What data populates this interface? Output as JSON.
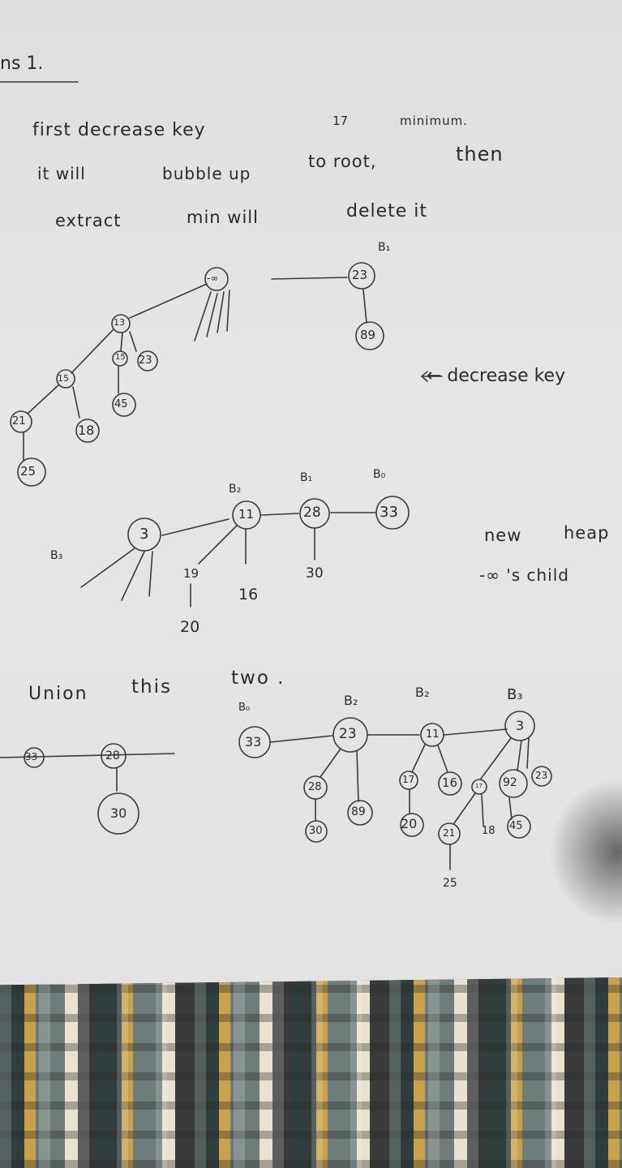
{
  "header": {
    "question_label": "ns 1."
  },
  "notes": {
    "line1a": "first decrease key",
    "line1b": "17",
    "line1c": "minimum.",
    "line2a": "it will",
    "line2b": "bubble up",
    "line2c": "to root,",
    "line2d": "then",
    "line3a": "extract",
    "line3b": "min will",
    "line3c": "delete it",
    "decrease_note": "← decrease key",
    "new_heap_a": "new",
    "new_heap_b": "heap",
    "child_note": "-∞ 's child",
    "union_a": "Union",
    "union_b": "this",
    "union_c": "two ."
  },
  "labels": {
    "b1_top": "B₁",
    "b2_mid": "B₂",
    "b1_mid": "B₁",
    "b0_mid": "B₀",
    "b3_mid": "B₃",
    "b0_bot": "B₀",
    "b2_bot_a": "B₂",
    "b2_bot_b": "B₂",
    "b3_bot": "B₃"
  },
  "nodes_top": {
    "root": "-∞",
    "n13": "13",
    "n15": "15",
    "n21": "21",
    "n25": "25",
    "n18": "18",
    "n45": "45",
    "n23": "23",
    "b1_root": "23",
    "b1_child": "89"
  },
  "nodes_mid": {
    "n3": "3",
    "n11": "11",
    "n28": "28",
    "n33": "33",
    "n19": "19",
    "n20": "20",
    "n16": "16",
    "n30": "30"
  },
  "nodes_bottom_left": {
    "n33": "33",
    "n28": "28",
    "n30": "30"
  },
  "nodes_bottom_right": {
    "n33": "33",
    "n23": "23",
    "n28": "28",
    "n30": "30",
    "n89": "89",
    "n11": "11",
    "n17": "17",
    "n20": "20",
    "n16": "16",
    "n3": "3",
    "n17b": "17",
    "n21": "21",
    "n25": "25",
    "n18": "18",
    "n45": "45",
    "n92": "92",
    "n23b": "23"
  }
}
